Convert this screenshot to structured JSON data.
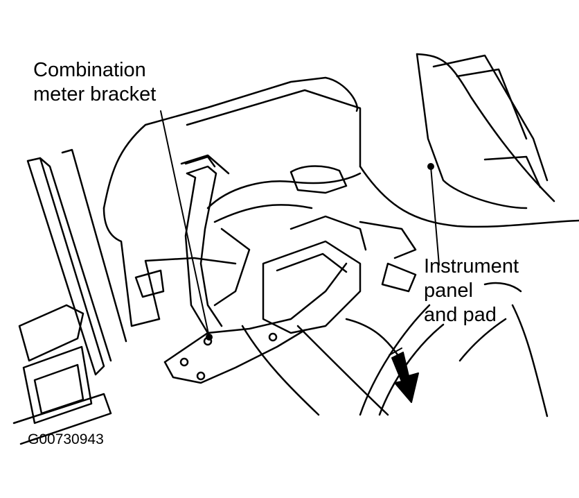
{
  "callouts": {
    "bracket": {
      "line1": "Combination",
      "line2": "meter bracket"
    },
    "panel": {
      "line1": "Instrument",
      "line2": "panel",
      "line3": "and pad"
    }
  },
  "figure_id": "G00730943",
  "colors": {
    "ink": "#000000",
    "paper": "#ffffff"
  },
  "icons": {
    "direction_arrow": "down-arrow-icon"
  }
}
